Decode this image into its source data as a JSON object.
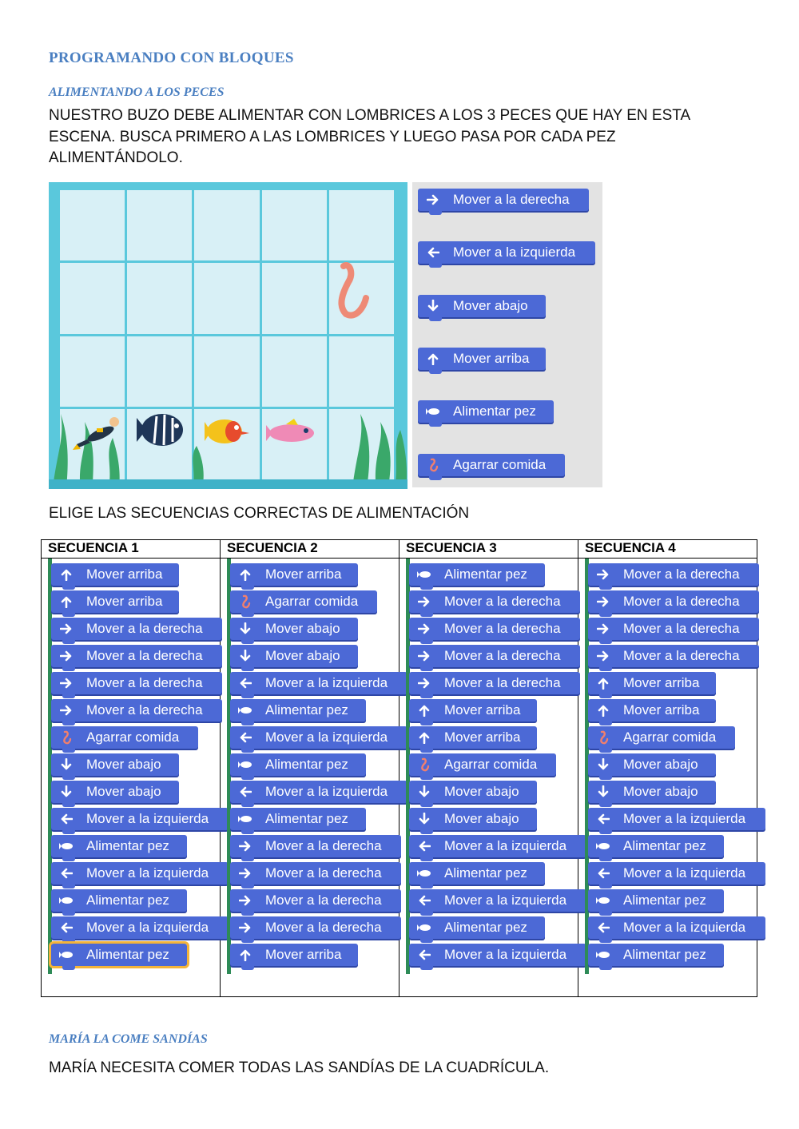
{
  "title": "PROGRAMANDO CON BLOQUES",
  "section1": {
    "subtitle": "ALIMENTANDO A LOS PECES",
    "paragraph": "NUESTRO BUZO DEBE ALIMENTAR CON LOMBRICES A LOS 3 PECES QUE HAY EN ESTA ESCENA. BUSCA PRIMERO A LAS LOMBRICES Y LUEGO PASA POR CADA PEZ ALIMENTÁNDOLO.",
    "palette": [
      {
        "label": "Mover a la derecha",
        "icon": "arrow-right"
      },
      {
        "label": "Mover a la izquierda",
        "icon": "arrow-left"
      },
      {
        "label": "Mover abajo",
        "icon": "arrow-down"
      },
      {
        "label": "Mover arriba",
        "icon": "arrow-up"
      },
      {
        "label": "Alimentar pez",
        "icon": "fish"
      },
      {
        "label": "Agarrar comida",
        "icon": "worm"
      }
    ],
    "instruction": "ELIGE LAS SECUENCIAS CORRECTAS DE ALIMENTACIÓN"
  },
  "sequences": [
    {
      "header": "SECUENCIA 1",
      "blocks": [
        {
          "label": "Mover arriba",
          "icon": "arrow-up"
        },
        {
          "label": "Mover arriba",
          "icon": "arrow-up"
        },
        {
          "label": "Mover a la derecha",
          "icon": "arrow-right"
        },
        {
          "label": "Mover a la derecha",
          "icon": "arrow-right"
        },
        {
          "label": "Mover a la derecha",
          "icon": "arrow-right"
        },
        {
          "label": "Mover a la derecha",
          "icon": "arrow-right"
        },
        {
          "label": "Agarrar comida",
          "icon": "worm"
        },
        {
          "label": "Mover abajo",
          "icon": "arrow-down"
        },
        {
          "label": "Mover abajo",
          "icon": "arrow-down"
        },
        {
          "label": "Mover a la izquierda",
          "icon": "arrow-left"
        },
        {
          "label": "Alimentar pez",
          "icon": "fish"
        },
        {
          "label": "Mover a la izquierda",
          "icon": "arrow-left"
        },
        {
          "label": "Alimentar pez",
          "icon": "fish"
        },
        {
          "label": "Mover a la izquierda",
          "icon": "arrow-left"
        },
        {
          "label": "Alimentar pez",
          "icon": "fish"
        }
      ]
    },
    {
      "header": "SECUENCIA 2",
      "blocks": [
        {
          "label": "Mover arriba",
          "icon": "arrow-up"
        },
        {
          "label": "Agarrar comida",
          "icon": "worm"
        },
        {
          "label": "Mover abajo",
          "icon": "arrow-down"
        },
        {
          "label": "Mover abajo",
          "icon": "arrow-down"
        },
        {
          "label": "Mover a la izquierda",
          "icon": "arrow-left"
        },
        {
          "label": "Alimentar pez",
          "icon": "fish"
        },
        {
          "label": "Mover a la izquierda",
          "icon": "arrow-left"
        },
        {
          "label": "Alimentar pez",
          "icon": "fish"
        },
        {
          "label": "Mover a la izquierda",
          "icon": "arrow-left"
        },
        {
          "label": "Alimentar pez",
          "icon": "fish"
        },
        {
          "label": "Mover a la derecha",
          "icon": "arrow-right"
        },
        {
          "label": "Mover a la derecha",
          "icon": "arrow-right"
        },
        {
          "label": "Mover a la derecha",
          "icon": "arrow-right"
        },
        {
          "label": "Mover a la derecha",
          "icon": "arrow-right"
        },
        {
          "label": "Mover arriba",
          "icon": "arrow-up"
        }
      ]
    },
    {
      "header": "SECUENCIA 3",
      "blocks": [
        {
          "label": "Alimentar pez",
          "icon": "fish"
        },
        {
          "label": "Mover a la derecha",
          "icon": "arrow-right"
        },
        {
          "label": "Mover a la derecha",
          "icon": "arrow-right"
        },
        {
          "label": "Mover a la derecha",
          "icon": "arrow-right"
        },
        {
          "label": "Mover a la derecha",
          "icon": "arrow-right"
        },
        {
          "label": "Mover arriba",
          "icon": "arrow-up"
        },
        {
          "label": "Mover arriba",
          "icon": "arrow-up"
        },
        {
          "label": "Agarrar comida",
          "icon": "worm"
        },
        {
          "label": "Mover abajo",
          "icon": "arrow-down"
        },
        {
          "label": "Mover abajo",
          "icon": "arrow-down"
        },
        {
          "label": "Mover a la izquierda",
          "icon": "arrow-left"
        },
        {
          "label": "Alimentar pez",
          "icon": "fish"
        },
        {
          "label": "Mover a la izquierda",
          "icon": "arrow-left"
        },
        {
          "label": "Alimentar pez",
          "icon": "fish"
        },
        {
          "label": "Mover a la izquierda",
          "icon": "arrow-left"
        }
      ]
    },
    {
      "header": "SECUENCIA 4",
      "blocks": [
        {
          "label": "Mover a la derecha",
          "icon": "arrow-right"
        },
        {
          "label": "Mover a la derecha",
          "icon": "arrow-right"
        },
        {
          "label": "Mover a la derecha",
          "icon": "arrow-right"
        },
        {
          "label": "Mover a la derecha",
          "icon": "arrow-right"
        },
        {
          "label": "Mover arriba",
          "icon": "arrow-up"
        },
        {
          "label": "Mover arriba",
          "icon": "arrow-up"
        },
        {
          "label": "Agarrar comida",
          "icon": "worm"
        },
        {
          "label": "Mover abajo",
          "icon": "arrow-down"
        },
        {
          "label": "Mover abajo",
          "icon": "arrow-down"
        },
        {
          "label": "Mover a la izquierda",
          "icon": "arrow-left"
        },
        {
          "label": "Alimentar pez",
          "icon": "fish"
        },
        {
          "label": "Mover a la izquierda",
          "icon": "arrow-left"
        },
        {
          "label": "Alimentar pez",
          "icon": "fish"
        },
        {
          "label": "Mover a la izquierda",
          "icon": "arrow-left"
        },
        {
          "label": "Alimentar pez",
          "icon": "fish"
        }
      ]
    }
  ],
  "section2": {
    "subtitle": "MARÍA LA COME SANDÍAS",
    "paragraph": "MARÍA NECESITA COMER TODAS LAS SANDÍAS DE LA CUADRÍCULA."
  },
  "colors": {
    "heading": "#4a7fc1",
    "block": "#4c69d6",
    "scene": "#5ac8dc",
    "selected_outline": "#f3b43a"
  }
}
